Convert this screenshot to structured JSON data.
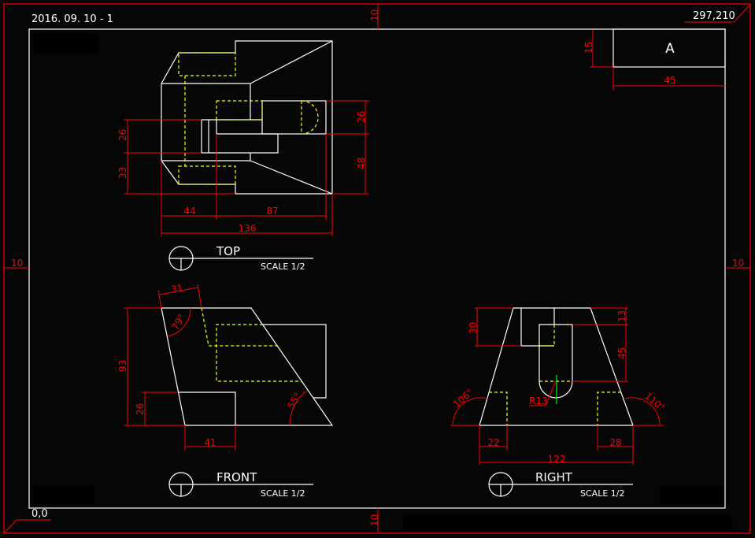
{
  "sheet": {
    "date_label": "2016. 09. 10 - 1",
    "top_right_coord": "297,210",
    "origin_coord": "0,0",
    "margin_top": "10",
    "margin_bottom": "10",
    "margin_left": "10",
    "margin_right": "10",
    "colors": {
      "background": "#060606",
      "object": "#ffffff",
      "dimension": "#ff0000",
      "hidden": "#ffff00",
      "center": "#00ff00"
    }
  },
  "title_block": {
    "label": "A",
    "height_dim": "15",
    "width_dim": "45"
  },
  "views": {
    "top": {
      "title": "TOP",
      "scale": "SCALE 1/2",
      "dims": {
        "left_upper": "26",
        "left_lower": "33",
        "right_upper": "26",
        "right_lower": "48",
        "bottom_a": "44",
        "bottom_b": "87",
        "bottom_total": "136"
      }
    },
    "front": {
      "title": "FRONT",
      "scale": "SCALE 1/2",
      "dims": {
        "slant_width": "31",
        "angle_left": "79°",
        "height": "93",
        "step_height": "26",
        "step_width": "41",
        "angle_right": "55°"
      }
    },
    "right": {
      "title": "RIGHT",
      "scale": "SCALE 1/2",
      "dims": {
        "notch_depth": "30",
        "slot_offset": "13",
        "slot_depth": "45",
        "radius": "R13",
        "angle_left": "106°",
        "angle_right": "110°",
        "left_pocket": "22",
        "right_pocket": "28",
        "base_width": "122"
      }
    }
  }
}
